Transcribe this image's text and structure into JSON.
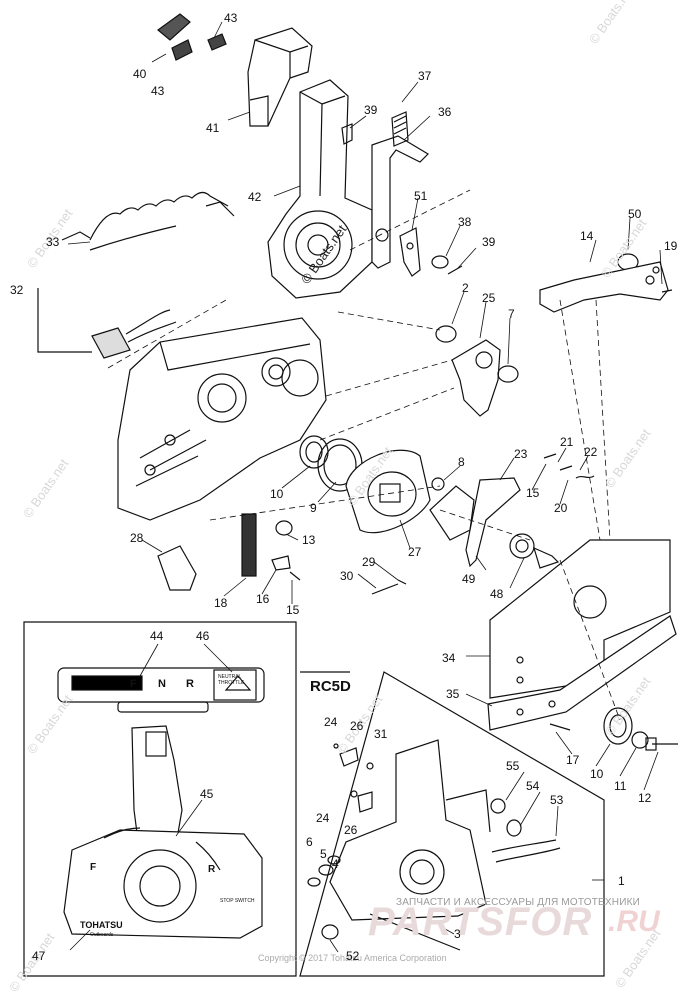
{
  "diagram": {
    "section_label": "RC5D",
    "copyright": "Copyright © 2017 Tohatsu America Corporation",
    "watermark": "© Boats.net",
    "banner": {
      "text": "ЗАПЧАСТИ И АКСЕССУАРЫ ДЛЯ МОТОТЕХНИКИ",
      "brand": "PARTSFOR",
      "brand_tld": ".RU"
    },
    "label_plate": {
      "letters": [
        "F",
        "N",
        "R"
      ],
      "side_text": "NEUTRAL THROTTLE"
    },
    "control_box": {
      "letters": [
        "F",
        "R"
      ],
      "stop_switch": "STOP SWITCH",
      "logo": "TOHATSU",
      "logo_sub": "Outboards"
    },
    "callouts": [
      {
        "id": "c43a",
        "text": "43"
      },
      {
        "id": "c40",
        "text": "40"
      },
      {
        "id": "c43b",
        "text": "43"
      },
      {
        "id": "c37",
        "text": "37"
      },
      {
        "id": "c39a",
        "text": "39"
      },
      {
        "id": "c36",
        "text": "36"
      },
      {
        "id": "c41",
        "text": "41"
      },
      {
        "id": "c42",
        "text": "42"
      },
      {
        "id": "c51",
        "text": "51"
      },
      {
        "id": "c38",
        "text": "38"
      },
      {
        "id": "c39b",
        "text": "39"
      },
      {
        "id": "c50",
        "text": "50"
      },
      {
        "id": "c14",
        "text": "14"
      },
      {
        "id": "c19",
        "text": "19"
      },
      {
        "id": "c33",
        "text": "33"
      },
      {
        "id": "c32",
        "text": "32"
      },
      {
        "id": "c2",
        "text": "2"
      },
      {
        "id": "c25",
        "text": "25"
      },
      {
        "id": "c7",
        "text": "7"
      },
      {
        "id": "c21",
        "text": "21"
      },
      {
        "id": "c22",
        "text": "22"
      },
      {
        "id": "c8",
        "text": "8"
      },
      {
        "id": "c23",
        "text": "23"
      },
      {
        "id": "c15a",
        "text": "15"
      },
      {
        "id": "c20",
        "text": "20"
      },
      {
        "id": "c10a",
        "text": "10"
      },
      {
        "id": "c9",
        "text": "9"
      },
      {
        "id": "c27",
        "text": "27"
      },
      {
        "id": "c13",
        "text": "13"
      },
      {
        "id": "c28",
        "text": "28"
      },
      {
        "id": "c16",
        "text": "16"
      },
      {
        "id": "c15b",
        "text": "15"
      },
      {
        "id": "c18",
        "text": "18"
      },
      {
        "id": "c29",
        "text": "29"
      },
      {
        "id": "c30",
        "text": "30"
      },
      {
        "id": "c49",
        "text": "49"
      },
      {
        "id": "c48",
        "text": "48"
      },
      {
        "id": "c34",
        "text": "34"
      },
      {
        "id": "c44",
        "text": "44"
      },
      {
        "id": "c46",
        "text": "46"
      },
      {
        "id": "c35",
        "text": "35"
      },
      {
        "id": "c17",
        "text": "17"
      },
      {
        "id": "c10b",
        "text": "10"
      },
      {
        "id": "c11",
        "text": "11"
      },
      {
        "id": "c12",
        "text": "12"
      },
      {
        "id": "c24a",
        "text": "24"
      },
      {
        "id": "c26a",
        "text": "26"
      },
      {
        "id": "c31",
        "text": "31"
      },
      {
        "id": "c45",
        "text": "45"
      },
      {
        "id": "c55",
        "text": "55"
      },
      {
        "id": "c54",
        "text": "54"
      },
      {
        "id": "c53",
        "text": "53"
      },
      {
        "id": "c24b",
        "text": "24"
      },
      {
        "id": "c26b",
        "text": "26"
      },
      {
        "id": "c6",
        "text": "6"
      },
      {
        "id": "c5",
        "text": "5"
      },
      {
        "id": "c4",
        "text": "4"
      },
      {
        "id": "c1",
        "text": "1"
      },
      {
        "id": "c3",
        "text": "3"
      },
      {
        "id": "c47",
        "text": "47"
      },
      {
        "id": "c52",
        "text": "52"
      }
    ]
  }
}
